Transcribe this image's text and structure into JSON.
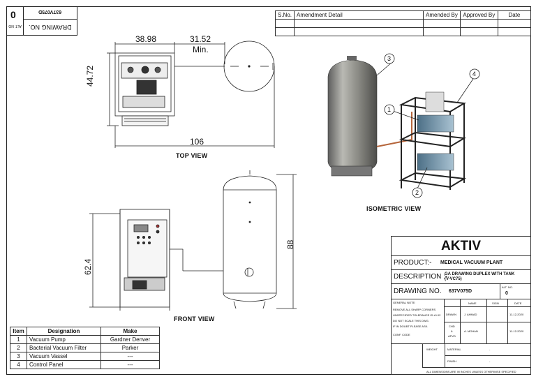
{
  "corner_box": {
    "rev": "0",
    "rev_label_rotated": "ALT. NO.",
    "drawing_no_label_rotated": "DRAWING NO.",
    "drawing_no_rotated": "637V075D"
  },
  "revision_table": {
    "headers": [
      "S.No.",
      "Amendment Detail",
      "Amended By",
      "Approved By",
      "Date"
    ]
  },
  "views": {
    "top_view": "TOP VIEW",
    "front_view": "FRONT VIEW",
    "isometric_view": "ISOMETRIC VIEW"
  },
  "dimensions": {
    "top_width": "38.98",
    "top_clearance": "31.52",
    "top_clearance_note": "Min.",
    "top_depth": "44.72",
    "top_total": "106",
    "front_height": "62.4",
    "tank_height": "88"
  },
  "balloons": [
    "1",
    "2",
    "3",
    "4"
  ],
  "bom": {
    "headers": [
      "Item",
      "Designation",
      "Make"
    ],
    "rows": [
      {
        "item": "1",
        "designation": "Vacuum Pump",
        "make": "Gardner Denver"
      },
      {
        "item": "2",
        "designation": "Bacterial Vacuum Filter",
        "make": "Parker"
      },
      {
        "item": "3",
        "designation": "Vacuum Vassel",
        "make": "---"
      },
      {
        "item": "4",
        "designation": "Control Panel",
        "make": "---"
      }
    ]
  },
  "title_block": {
    "company": "AKTIV",
    "product_label": "PRODUCT:-",
    "product_value": "MEDICAL VACUUM PLANT",
    "description_label": "DESCRIPTION :-",
    "description_value_1": "GA DRAWING DUPLEX WITH TANK",
    "description_value_2": "(V-VC75)",
    "drawing_no_label": "DRAWING NO.",
    "drawing_no_value": "637V075D",
    "alt_no_label": "ALT. NO.",
    "alt_no_value": "0",
    "general_note": "GENERAL NOTE:",
    "note_1": "REMOVE ALL SHARP CORNERS",
    "note_2": "UNSPECIFIED TOLERANCE IS ±0.02",
    "note_3": "DO NOT SCALE THIS DWG.",
    "note_4": "IF IN DOUBT PLEASE ASK.",
    "conf_code": "CONF. CODE",
    "name_hdr": "NAME",
    "sign_hdr": "SIGN",
    "date_hdr": "DATE",
    "drawn_label": "DRAWN",
    "drawn_name": "J. AHMAD",
    "drawn_date": "11-12-2020",
    "chd_label": "CHD",
    "and_label": "&",
    "apvd_label": "APVD",
    "chd_name": "A. MOHAN",
    "chd_date": "11-12-2020",
    "weight_label": "WEIGHT",
    "material_label": "MATERIAL",
    "material_value": "-",
    "finish_label": "FINISH",
    "finish_value": "-",
    "footer": "ALL DIMENSIONS ARE IN INCHES UNLESS OTHERWISE SPECIFIED"
  }
}
